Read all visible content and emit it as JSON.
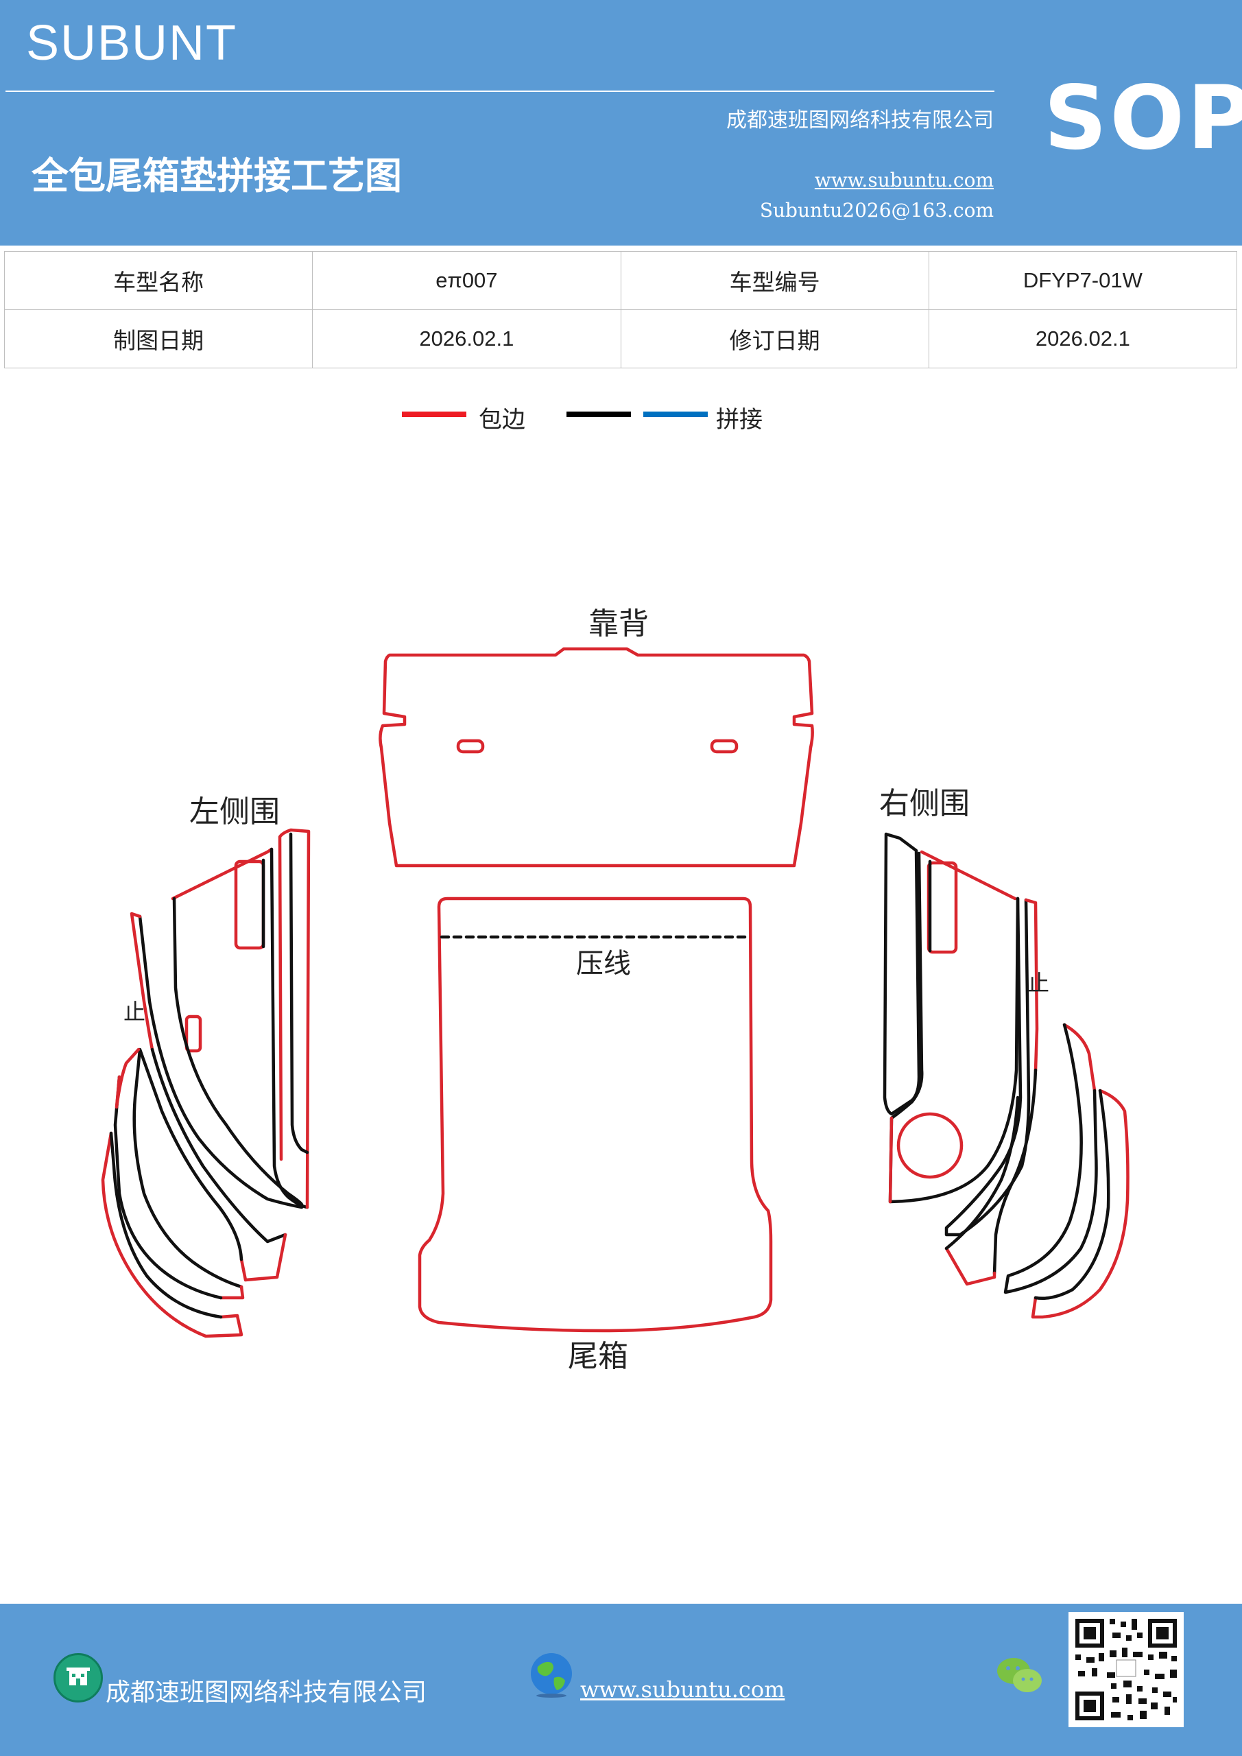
{
  "header": {
    "brand": "SUBUNT",
    "company": "成都速班图网络科技有限公司",
    "title": "全包尾箱垫拼接工艺图",
    "website": "www.subuntu.com",
    "email": "Subuntu2026@163.com",
    "badge": "SOP"
  },
  "info_table": {
    "rows": [
      {
        "label1": "车型名称",
        "value1": "eπ007",
        "label2": "车型编号",
        "value2": "DFYP7-01W"
      },
      {
        "label1": "制图日期",
        "value1": "2026.02.1",
        "label2": "修订日期",
        "value2": "2026.02.1"
      }
    ]
  },
  "legend": {
    "items": [
      {
        "label": "包边",
        "color": "#ee1c24"
      },
      {
        "label": "",
        "color": "#000000"
      },
      {
        "label": "拼接",
        "color": "#0070c0"
      }
    ]
  },
  "diagram": {
    "labels": {
      "backrest": "靠背",
      "left_side": "左侧围",
      "right_side": "右侧围",
      "press_line": "压线",
      "trunk": "尾箱",
      "stop_left": "止",
      "stop_right": "止"
    },
    "colors": {
      "edge": "#d9262e",
      "seam": "#111111"
    }
  },
  "footer": {
    "company": "成都速班图网络科技有限公司",
    "website": "www.subuntu.com"
  }
}
